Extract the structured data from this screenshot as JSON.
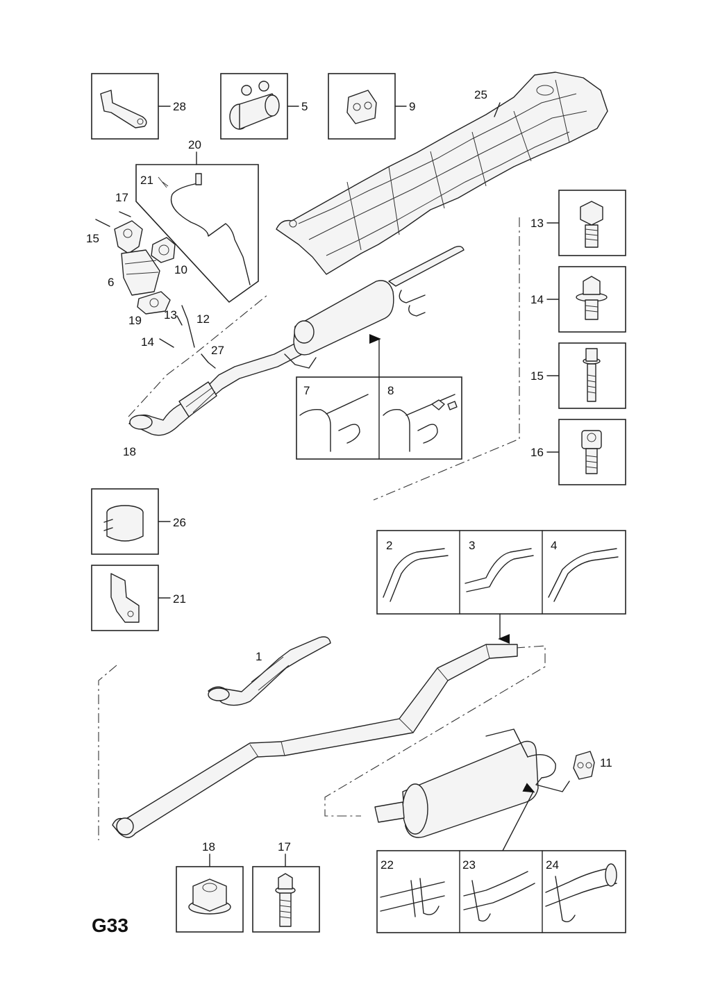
{
  "diagram": {
    "code": "G33",
    "labels": {
      "p1": "1",
      "p2": "2",
      "p3": "3",
      "p4": "4",
      "p5": "5",
      "p6": "6",
      "p7": "7",
      "p8": "8",
      "p9": "9",
      "p10": "10",
      "p11": "11",
      "p12": "12",
      "p13": "13",
      "p13b": "13",
      "p14": "14",
      "p14b": "14",
      "p15": "15",
      "p15b": "15",
      "p16": "16",
      "p17": "17",
      "p17b": "17",
      "p18": "18",
      "p18b": "18",
      "p19": "19",
      "p20": "20",
      "p21": "21",
      "p21b": "21",
      "p22": "22",
      "p23": "23",
      "p24": "24",
      "p25": "25",
      "p26": "26",
      "p27": "27",
      "p28": "28"
    }
  }
}
